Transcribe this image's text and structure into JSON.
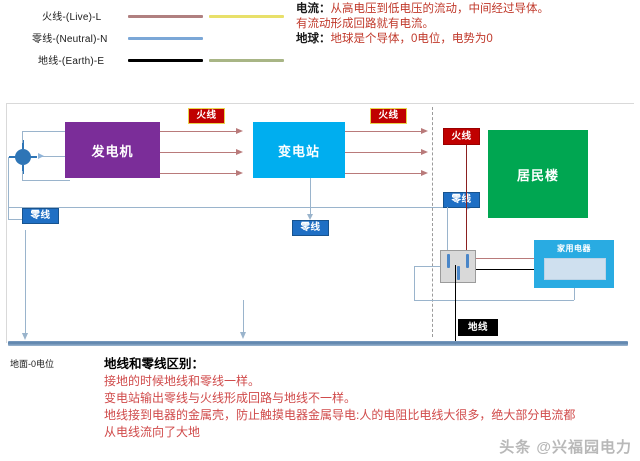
{
  "legend": {
    "items": [
      {
        "label": "火线-(Live)-L",
        "color1": "#b08080",
        "color2": "#e8e06a"
      },
      {
        "label": "零线-(Neutral)-N",
        "color1": "#7ba7d7",
        "color2": ""
      },
      {
        "label": "地线-(Earth)-E",
        "color1": "#000000",
        "color2": "#a8b585"
      }
    ]
  },
  "header": {
    "current_key": "电流：",
    "current_val": "从高电压到低电压的流动，中间经过导体。",
    "current_note": "有流动形成回路就有电流。",
    "earth_key": "地球：",
    "earth_val": "地球是个导体，0电位，电势为0"
  },
  "diagram": {
    "generator": "发电机",
    "substation": "变电站",
    "residence": "居民楼",
    "appliance": "家用电器",
    "tag_live_1": "火线",
    "tag_live_2": "火线",
    "tag_live_3": "火线",
    "tag_neutral_1": "零线",
    "tag_neutral_2": "零线",
    "tag_neutral_3": "零线",
    "tag_earth": "地线",
    "ground_label": "地面-0电位"
  },
  "note": {
    "title": "地线和零线区别：",
    "lines": [
      "接地的时候地线和零线一样。",
      "变电站输出零线与火线形成回路与地线不一样。",
      "地线接到电器的金属壳，防止触摸电器金属导电:人的电阻比电线大很多，绝大部分电流都",
      "从电线流向了大地"
    ]
  },
  "watermark": "头条 @兴福园电力",
  "colors": {
    "generator": "#7B2D99",
    "substation": "#00AEEF",
    "residence": "#00A651",
    "live_tag": "#C00000",
    "neutral_tag": "#1F6FC4",
    "earth_tag": "#000000",
    "note_text": "#D04A4A"
  }
}
